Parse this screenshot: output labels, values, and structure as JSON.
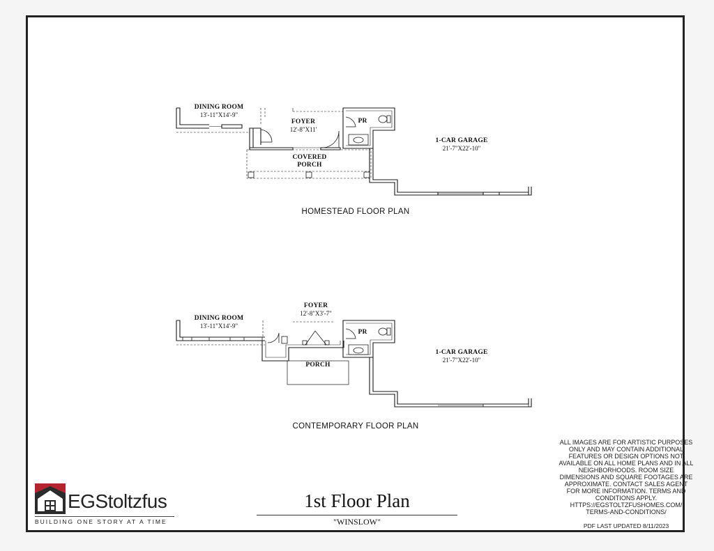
{
  "homestead": {
    "rooms": {
      "dining": {
        "name": "DINING ROOM",
        "dim": "13'-11\"X14'-9\""
      },
      "foyer": {
        "name": "FOYER",
        "dim": "12'-8\"X11'"
      },
      "pr": {
        "name": "PR"
      },
      "porch": {
        "name_line1": "COVERED",
        "name_line2": "PORCH"
      },
      "garage": {
        "name": "1-CAR GARAGE",
        "dim": "21'-7\"X22'-10\""
      }
    },
    "caption": "HOMESTEAD FLOOR PLAN"
  },
  "contemporary": {
    "rooms": {
      "dining": {
        "name": "DINING ROOM",
        "dim": "13'-11\"X14'-9\""
      },
      "foyer": {
        "name": "FOYER",
        "dim": "12'-8\"X3'-7\""
      },
      "pr": {
        "name": "PR"
      },
      "porch": {
        "name": "PORCH"
      },
      "garage": {
        "name": "1-CAR GARAGE",
        "dim": "21'-7\"X22'-10\""
      }
    },
    "caption": "CONTEMPORARY FLOOR PLAN"
  },
  "disclaimer": "ALL IMAGES ARE FOR ARTISTIC PURPOSES ONLY AND MAY CONTAIN ADDITIONAL FEATURES OR DESIGN OPTIONS NOT AVAILABLE ON ALL HOME PLANS AND IN ALL NEIGHBORHOODS.  ROOM SIZE DIMENSIONS AND SQUARE FOOTAGES ARE APPROXIMATE.  CONTACT SALES AGENT FOR MORE INFORMATION. TERMS AND CONDITIONS APPLY. HTTPS://EGSTOLTZFUSHOMES.COM/ TERMS-AND-CONDITIONS/",
  "updated": "PDF LAST UPDATED 8/11/2023",
  "title": {
    "main": "1st Floor Plan",
    "model": "\"WINSLOW\""
  },
  "brand": {
    "name": "EGStoltzfus",
    "tagline": "BUILDING ONE STORY AT A TIME",
    "red": "#b5252f",
    "dark": "#2b2b2b"
  }
}
